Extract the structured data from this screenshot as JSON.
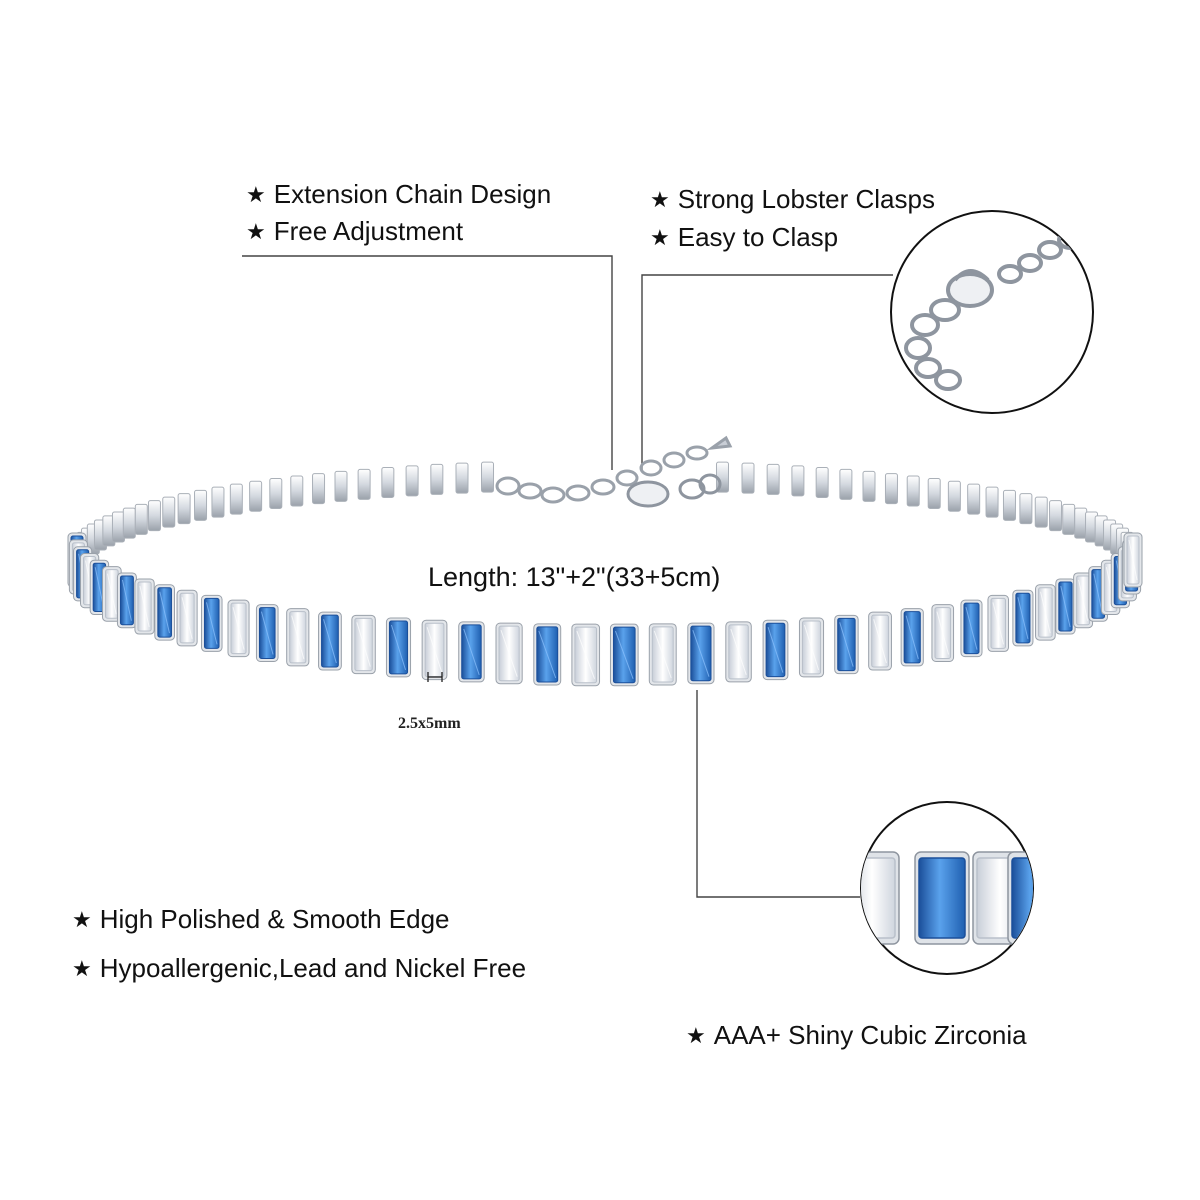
{
  "features": {
    "extension_chain": "Extension Chain Design",
    "free_adjustment": "Free Adjustment",
    "lobster_clasps": "Strong Lobster Clasps",
    "easy_clasp": "Easy to Clasp",
    "high_polished": "High Polished & Smooth Edge",
    "hypoallergenic": "Hypoallergenic,Lead and Nickel Free",
    "cubic_zirconia": "AAA+ Shiny Cubic Zirconia"
  },
  "length_label": "Length: 13\"+2\"(33+5cm)",
  "stone_size_label": "2.5x5mm",
  "star_glyph": "★",
  "colors": {
    "blue_stone": "#2f78d0",
    "blue_stone_dark": "#1b4f9a",
    "white_stone": "#f4f7fb",
    "silver": "#c9ced6",
    "silver_dark": "#8e959f",
    "leader_line": "#444444"
  },
  "icons": [
    "star-icon",
    "lobster-clasp-icon",
    "chain-icon",
    "stone-closeup-icon",
    "dimension-marker-icon"
  ]
}
